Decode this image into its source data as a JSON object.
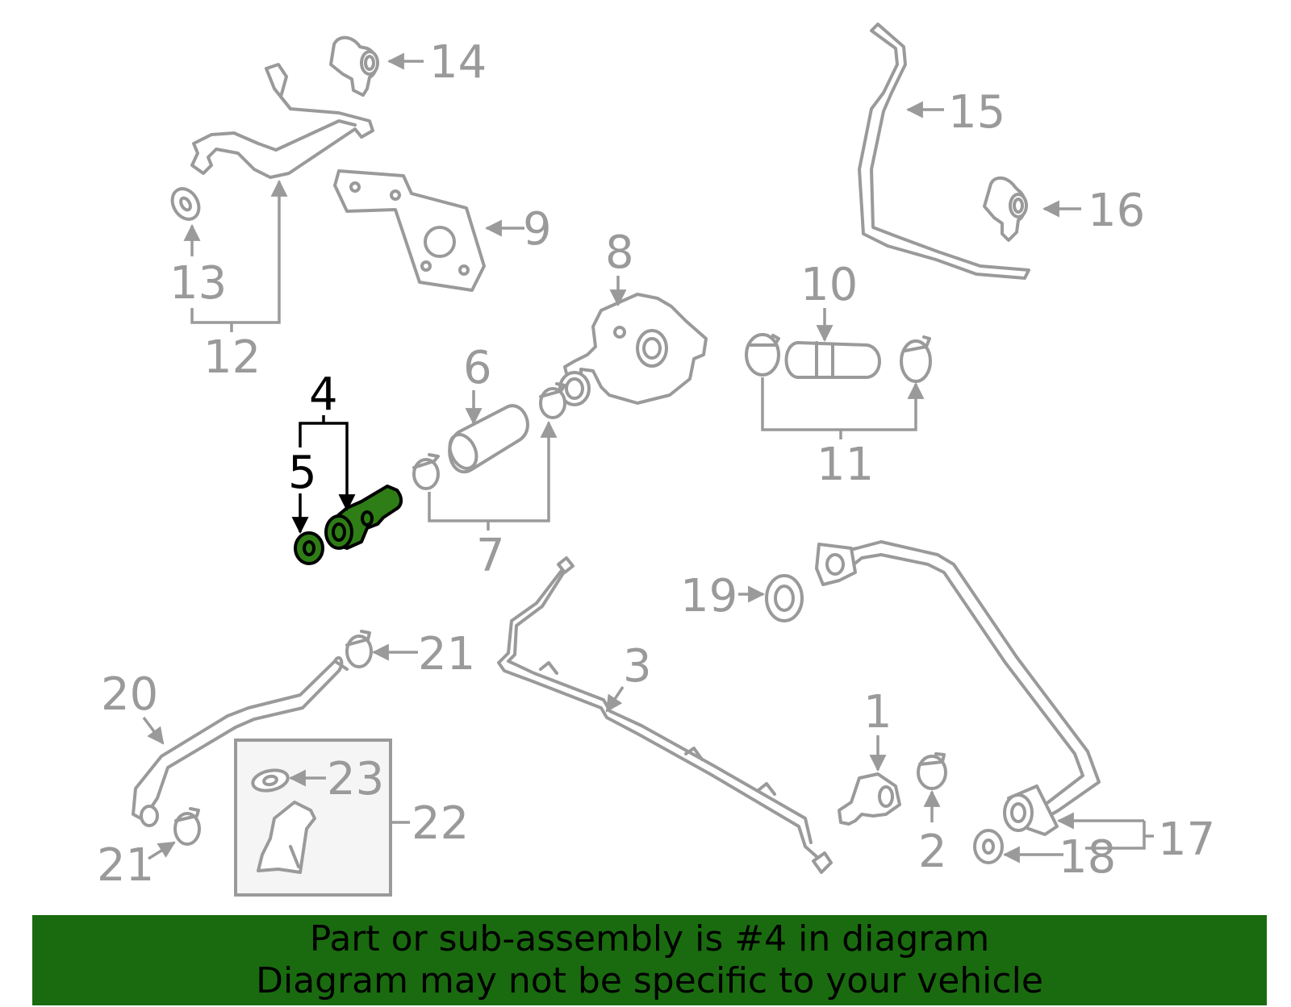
{
  "colors": {
    "part_stroke": "#9a9a9a",
    "highlight_fill": "#2e7d16",
    "banner_background": "#1a6b0f",
    "inset_background": "#f5f5f5"
  },
  "callouts": {
    "c1": "1",
    "c2": "2",
    "c3": "3",
    "c4": "4",
    "c5": "5",
    "c6": "6",
    "c7": "7",
    "c8": "8",
    "c9": "9",
    "c10": "10",
    "c11": "11",
    "c12": "12",
    "c13": "13",
    "c14": "14",
    "c15": "15",
    "c16": "16",
    "c17": "17",
    "c18": "18",
    "c19": "19",
    "c20": "20",
    "c21": "21",
    "c22": "22",
    "c23": "23"
  },
  "highlighted_part": "4",
  "banner": {
    "line1": "Part or sub-assembly is #4 in diagram",
    "line2": "Diagram may not be specific to your vehicle"
  }
}
